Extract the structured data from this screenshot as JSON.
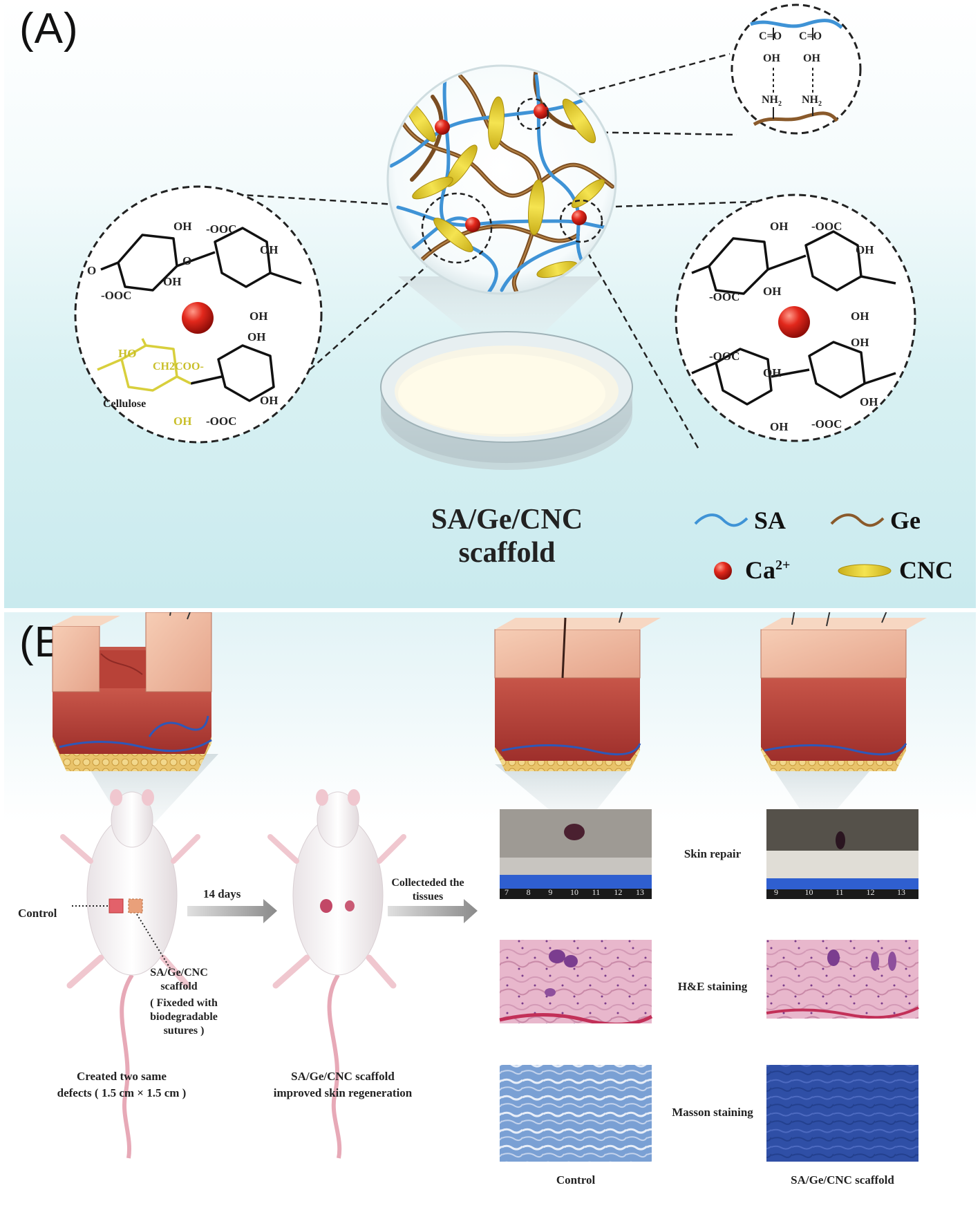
{
  "panel_a": {
    "label": "(A)",
    "scaffold_title_line1": "SA/Ge/CNC",
    "scaffold_title_line2": "scaffold",
    "legend": {
      "sa": "SA",
      "ge": "Ge",
      "ca": "Ca",
      "ca_sup": "2+",
      "cnc": "CNC"
    },
    "chem_top": {
      "carbonyl_left": "C=O",
      "carbonyl_right": "C=O",
      "oh_left": "OH",
      "oh_right": "OH",
      "nh2_left": "NH",
      "nh2_right": "NH",
      "sub2": "2"
    },
    "chem_left": {
      "oh1": "OH",
      "coo1": "-OOC",
      "oh2": "OH",
      "o1": "O",
      "o2": "O",
      "coo2": "-OOC",
      "oh3": "OH",
      "oh4": "OH",
      "oh5": "OH",
      "ho": "HO",
      "ch2coo": "CH2COO-",
      "cellulose": "Cellulose",
      "oh6": "OH",
      "coo3": "-OOC",
      "oh7": "OH"
    },
    "chem_right": {
      "oh1": "OH",
      "coo1": "-OOC",
      "oh2": "OH",
      "coo2": "-OOC",
      "oh3": "OH",
      "oh4": "OH",
      "coo3": "-OOC",
      "oh5": "OH",
      "oh6": "OH",
      "oh7": "OH",
      "coo4": "-OOC",
      "oh8": "OH"
    }
  },
  "panel_b": {
    "label": "(B)",
    "control_label": "Control",
    "scaffold_label_line1": "SA/Ge/CNC",
    "scaffold_label_line2": "scaffold",
    "fixed_line1": "( Fixeded with",
    "fixed_line2": "biodegradable",
    "fixed_line3": "sutures )",
    "created_line1": "Created two same",
    "created_line2": "defects ( 1.5 cm × 1.5 cm )",
    "arrow1_label": "14 days",
    "improved_line1": "SA/Ge/CNC scaffold",
    "improved_line2": "improved skin regeneration",
    "arrow2_line1": "Collecteded the",
    "arrow2_line2": "tissues",
    "row_skin": "Skin repair",
    "row_he": "H&E staining",
    "row_masson": "Masson staining",
    "col_control": "Control",
    "col_scaffold": "SA/Ge/CNC scaffold",
    "ruler_left": [
      "7",
      "8",
      "9",
      "10",
      "11",
      "12",
      "13"
    ],
    "ruler_right": [
      "9",
      "10",
      "11",
      "12",
      "13"
    ]
  },
  "colors": {
    "sa": "#3f93d6",
    "ge": "#8a5a2b",
    "ca": "#d7261e",
    "cnc": "#e9d23a",
    "cellulose": "#d8cf3c"
  }
}
